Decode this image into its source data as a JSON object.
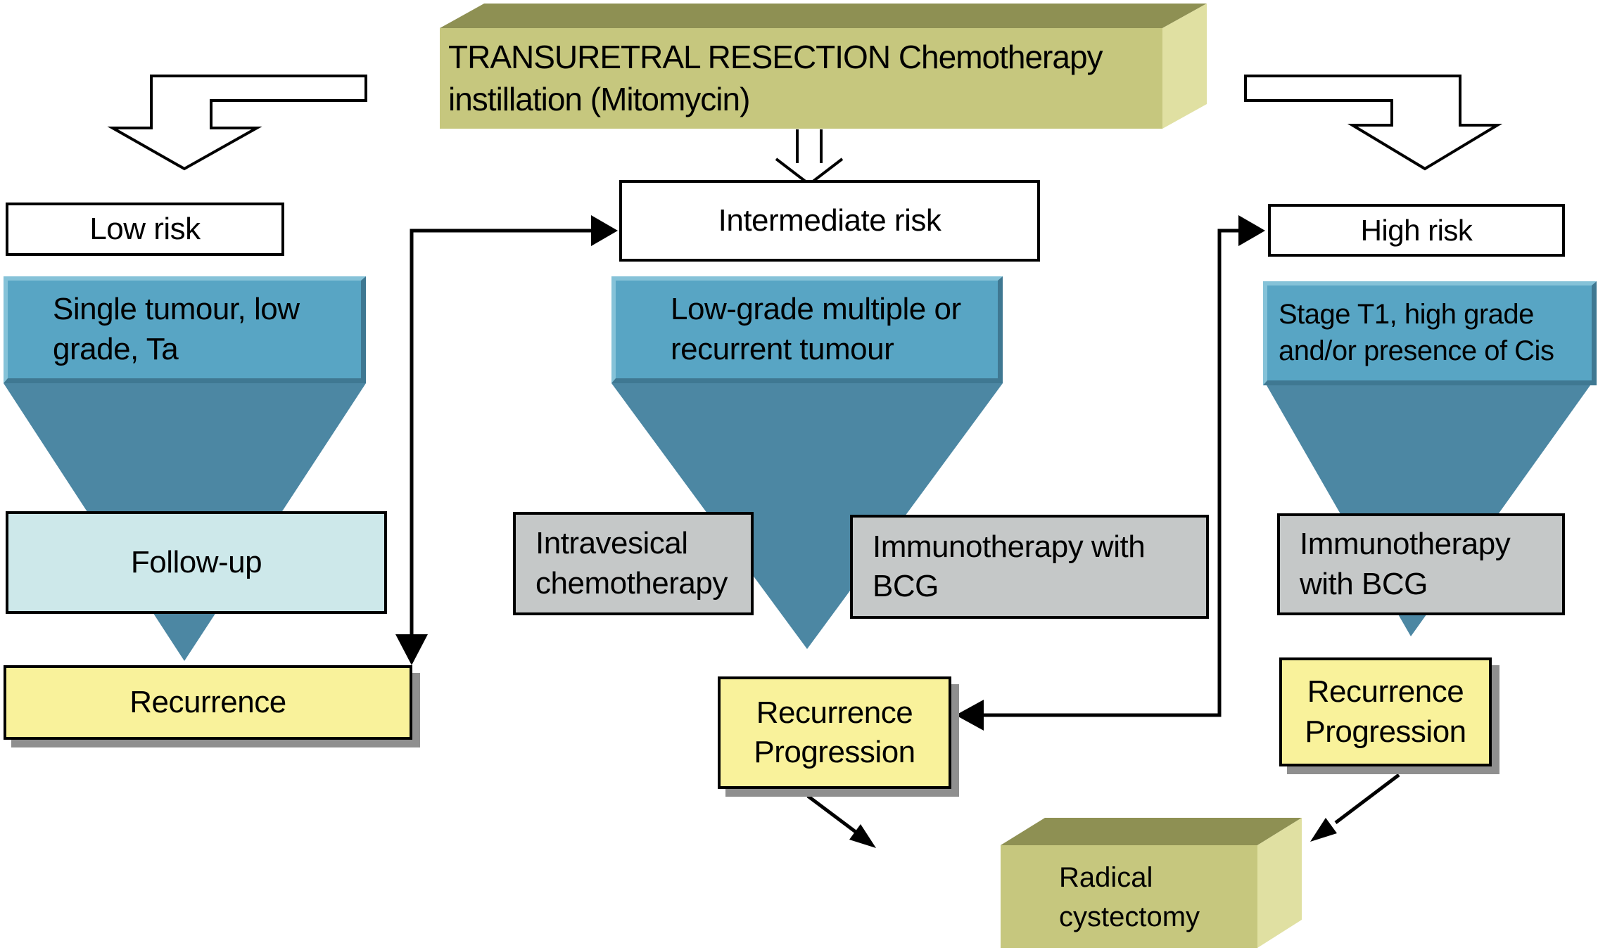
{
  "title": "Non-muscle-invasive bladder cancer treatment flow diagram",
  "colors": {
    "box3d_front": "#c6c77e",
    "box3d_top": "#8e9053",
    "box3d_side": "#e0e0a2",
    "criteria_blue": "#58a5c4",
    "funnel_blue": "#4c87a3",
    "followup_cyan": "#cde8ea",
    "outcome_yellow": "#f9f29b",
    "treatment_gray": "#c5c8c8",
    "shadow_gray": "#8f8f8f",
    "line_black": "#000000"
  },
  "nodes": {
    "tur": {
      "line1": "TRANSURETRAL RESECTION Chemotherapy",
      "line2": "instillation (Mitomycin)"
    },
    "low_risk": {
      "label": "Low risk"
    },
    "intermediate_risk": {
      "label": "Intermediate risk"
    },
    "high_risk": {
      "label": "High risk"
    },
    "low_criteria": {
      "line1": "Single tumour, low",
      "line2": "grade, Ta"
    },
    "intermediate_criteria": {
      "line1": "Low-grade multiple or",
      "line2": "recurrent tumour"
    },
    "high_criteria": {
      "line1": "Stage T1, high grade",
      "line2": "and/or presence of Cis"
    },
    "follow_up": {
      "label": "Follow-up"
    },
    "recurrence": {
      "label": "Recurrence"
    },
    "intravesical_chemo": {
      "line1": "Intravesical",
      "line2": "chemotherapy"
    },
    "immunotherapy_mid": {
      "line1": "Immunotherapy with",
      "line2": "BCG"
    },
    "immunotherapy_right": {
      "line1": "Immunotherapy",
      "line2": "with BCG"
    },
    "recurrence_progression_mid": {
      "line1": "Recurrence",
      "line2": "Progression"
    },
    "recurrence_progression_right": {
      "line1": "Recurrence",
      "line2": "Progression"
    },
    "radical_cystectomy": {
      "line1": "Radical",
      "line2": "cystectomy"
    }
  }
}
